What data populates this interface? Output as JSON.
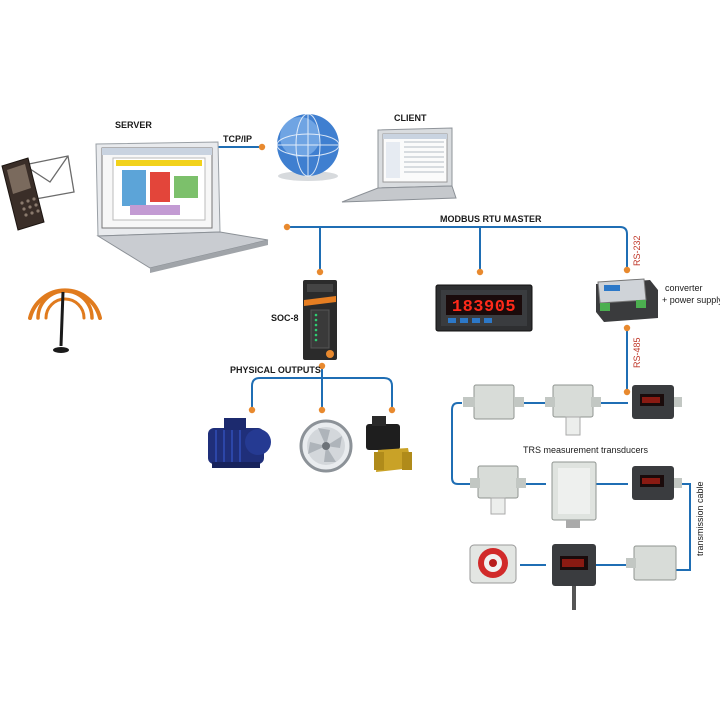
{
  "labels": {
    "server": "SERVER",
    "client": "CLIENT",
    "tcpip": "TCP/IP",
    "modbus": "MODBUS RTU MASTER",
    "soc8": "SOC-8",
    "physical_outputs": "PHYSICAL OUTPUTS",
    "rs232": "RS-232",
    "converter_line1": "converter",
    "converter_line2": "+ power supply",
    "rs485": "RS-485",
    "trs": "TRS measurement transducers",
    "transmission_cable": "transmission cable"
  },
  "display": {
    "meter_value": "183905"
  },
  "colors": {
    "line_blue": "#1f6eb4",
    "node_orange": "#e8892e",
    "signal_orange": "#e07b1e",
    "label_red": "#c0392b"
  },
  "icons": [
    "laptop-icon",
    "globe-icon",
    "mobile-phone-icon",
    "envelope-icon",
    "antenna-icon",
    "soc8-module-icon",
    "panel-meter-icon",
    "converter-icon",
    "pump-icon",
    "fan-icon",
    "valve-icon",
    "junction-box-icon",
    "transducer-display-icon",
    "siren-icon"
  ]
}
